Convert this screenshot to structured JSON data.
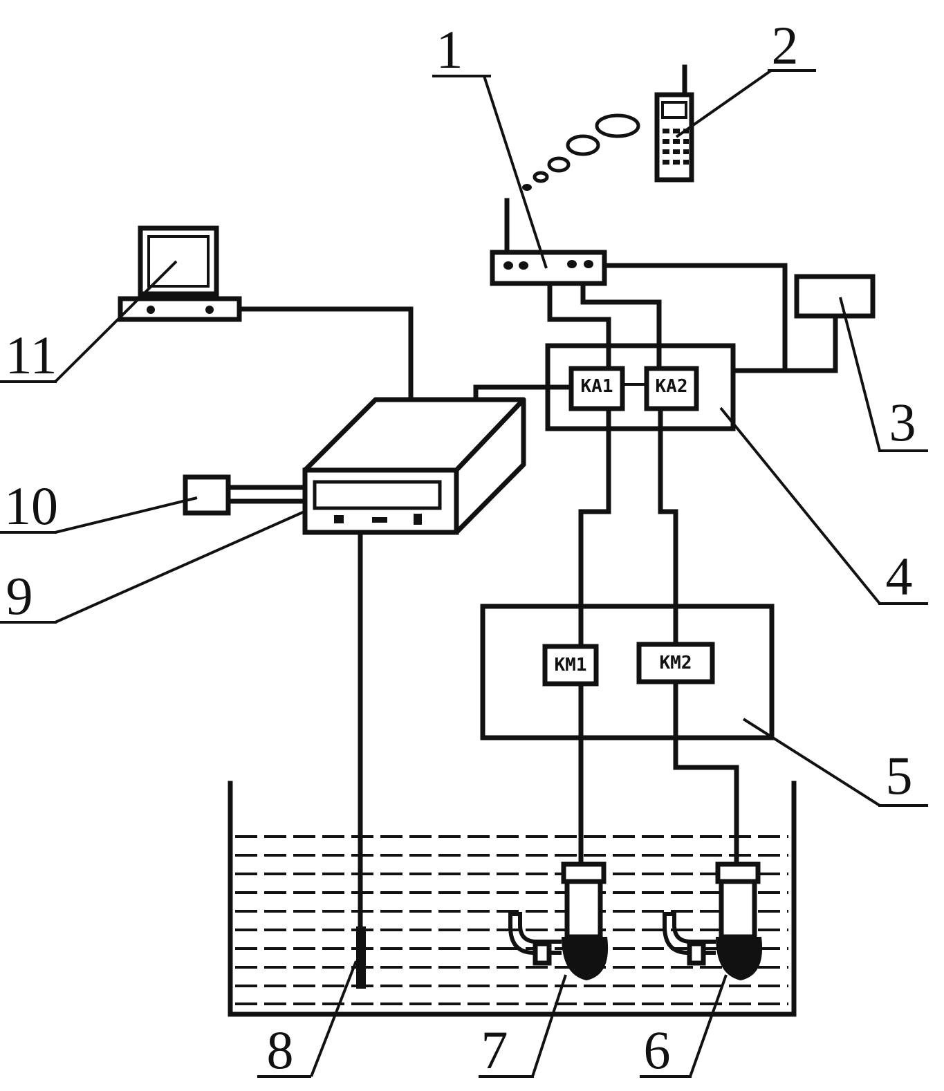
{
  "labels": {
    "n1": "1",
    "n2": "2",
    "n3": "3",
    "n4": "4",
    "n5": "5",
    "n6": "6",
    "n7": "7",
    "n8": "8",
    "n9": "9",
    "n10": "10",
    "n11": "11"
  },
  "relays": {
    "ka1": "KA1",
    "ka2": "KA2"
  },
  "contactors": {
    "km1": "KM1",
    "km2": "KM2"
  }
}
